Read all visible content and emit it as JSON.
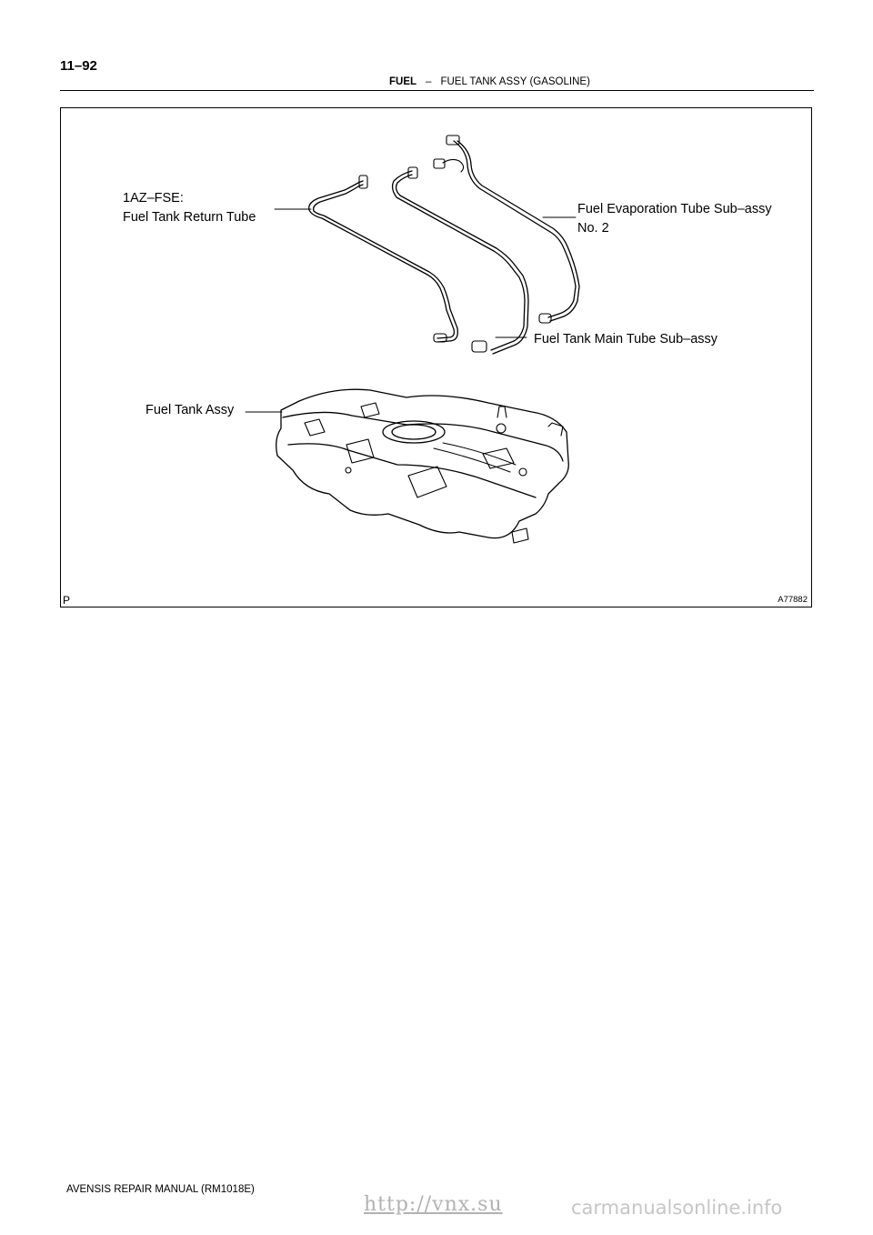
{
  "header": {
    "page_number": "11–92",
    "section": "FUEL",
    "separator": "–",
    "topic": "FUEL TANK ASSY (GASOLINE)"
  },
  "figure": {
    "callouts": {
      "return_tube_line1": "1AZ–FSE:",
      "return_tube_line2": "Fuel Tank Return Tube",
      "evap_tube_line1": "Fuel Evaporation Tube Sub–assy",
      "evap_tube_line2": "No. 2",
      "main_tube": "Fuel Tank Main Tube Sub–assy",
      "tank": "Fuel Tank Assy"
    },
    "code": "A77882",
    "corner_letter": "P"
  },
  "footer": {
    "manual": "AVENSIS REPAIR MANUAL   (RM1018E)"
  },
  "watermark": {
    "link": "http://vnx.su",
    "site": "carmanualsonline.info"
  }
}
